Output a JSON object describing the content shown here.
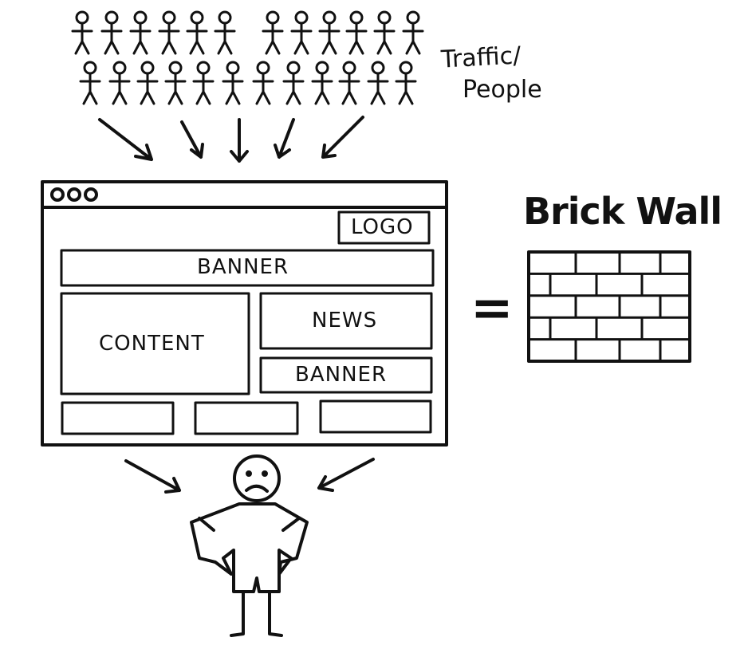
{
  "crowd_label": [
    "Traffic/",
    "People"
  ],
  "browser": {
    "logo": "LOGO",
    "top_banner": "BANNER",
    "content": "CONTENT",
    "news": "NEWS",
    "side_banner": "BANNER"
  },
  "equals": "=",
  "brick_wall_title": "Brick Wall",
  "colors": {
    "ink": "#111111",
    "background": "#ffffff"
  }
}
